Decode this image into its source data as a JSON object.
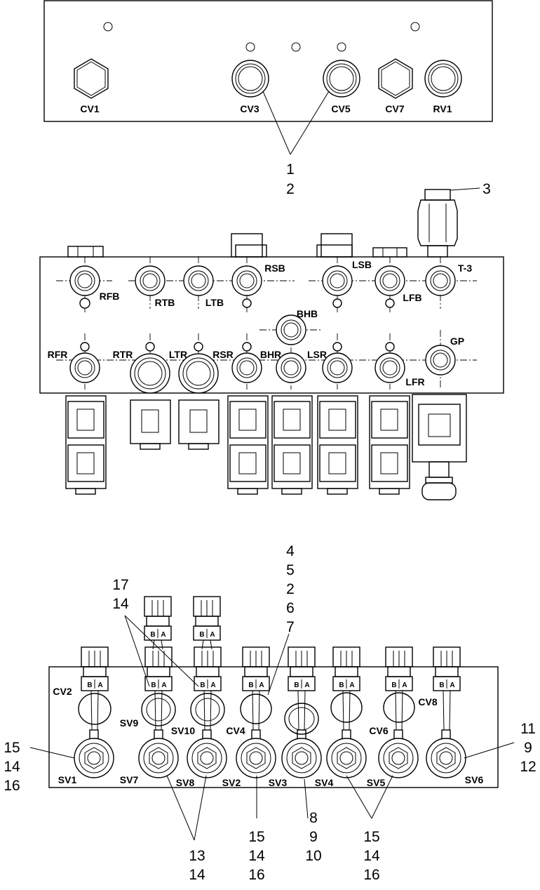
{
  "top_panel": {
    "ports": [
      "CV1",
      "CV3",
      "CV5",
      "CV7",
      "RV1"
    ],
    "callouts": [
      "1",
      "2"
    ]
  },
  "manifold": {
    "callout_top": "3",
    "row1_ports": [
      "RFB",
      "RTB",
      "LTB",
      "RSB",
      "LSB",
      "LFB",
      "T-3"
    ],
    "center_port": "BHB",
    "row2_ports": [
      "RFR",
      "RTR",
      "LTR",
      "RSR",
      "BHR",
      "LSR",
      "GP",
      "LFR"
    ]
  },
  "bottom_panel": {
    "connector_letters": [
      "B",
      "A"
    ],
    "check_valves": [
      "CV2",
      "SV9",
      "SV10",
      "CV4",
      "CV6",
      "CV8"
    ],
    "solenoids": [
      "SV1",
      "SV7",
      "SV8",
      "SV2",
      "SV3",
      "SV4",
      "SV5",
      "SV6"
    ],
    "callouts": {
      "c_top_left": [
        "17",
        "14"
      ],
      "c_top_right": [
        "4",
        "5",
        "2",
        "6",
        "7"
      ],
      "c_left": [
        "15",
        "14",
        "16"
      ],
      "c_right": [
        "11",
        "9",
        "12"
      ],
      "c_b1": [
        "13",
        "14"
      ],
      "c_b2": [
        "15",
        "14",
        "16"
      ],
      "c_b3": [
        "8",
        "9",
        "10"
      ],
      "c_b4": [
        "15",
        "14",
        "16"
      ]
    }
  }
}
